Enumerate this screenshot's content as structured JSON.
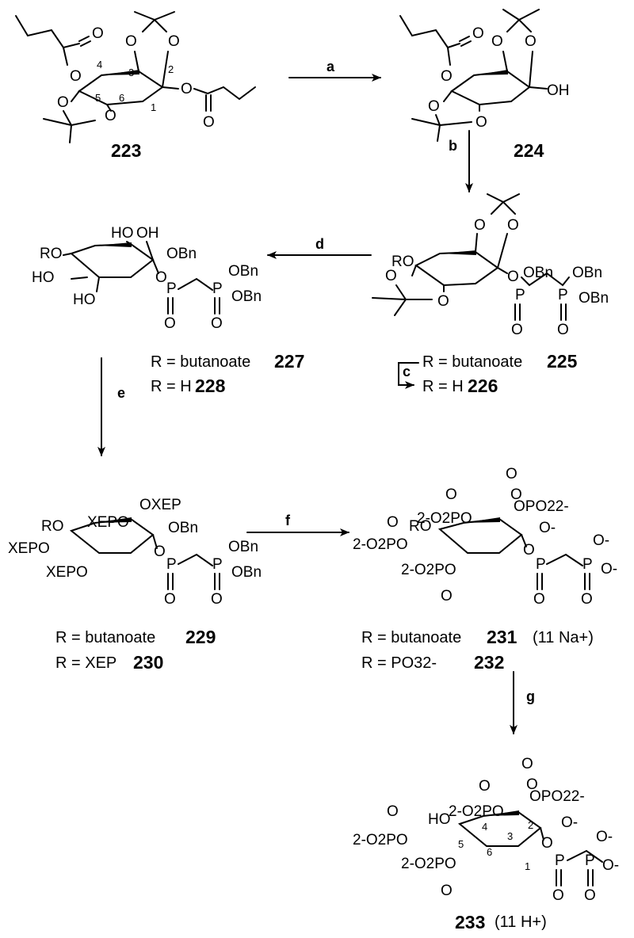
{
  "compounds": {
    "c223": "223",
    "c224": "224",
    "c225_label": "R = butanoate",
    "c225": "225",
    "c226_label": "R = H",
    "c226": "226",
    "c227_label": "R = butanoate",
    "c227": "227",
    "c228_label": "R = H",
    "c228": "228",
    "c229_label": "R = butanoate",
    "c229": "229",
    "c230_label": "R = XEP",
    "c230": "230",
    "c231_label": "R = butanoate",
    "c231": "231",
    "c231_counterion": "(11 Na+)",
    "c232_label": "R = PO32-",
    "c232": "232",
    "c233": "233",
    "c233_counterion": "(11 H+)"
  },
  "steps": {
    "a": "a",
    "b": "b",
    "c": "c",
    "d": "d",
    "e": "e",
    "f": "f",
    "g": "g"
  },
  "atom_labels": {
    "O": "O",
    "OH": "OH",
    "HO": "HO",
    "RO": "RO",
    "OBn": "OBn",
    "P": "P",
    "OXEP": "OXEP",
    "XEPO": "XEPO",
    "XEP": "XEP",
    "phosphate_up": "OPO22-",
    "phosphate_left": "2-O2PO",
    "O_minus": "O-"
  },
  "ring_numbers": {
    "n1": "1",
    "n2": "2",
    "n3": "3",
    "n4": "4",
    "n5": "5",
    "n6": "6"
  }
}
